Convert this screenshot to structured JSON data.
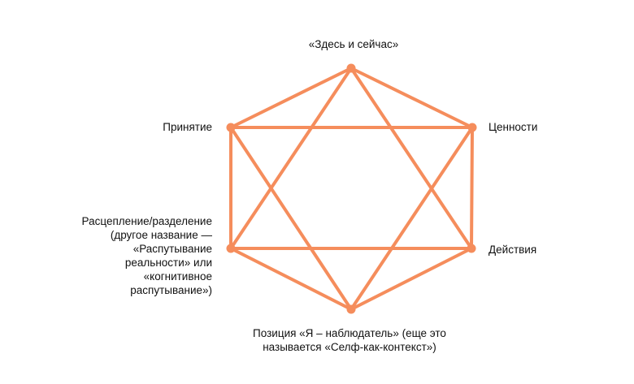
{
  "colors": {
    "line": "#f58d5c",
    "node": "#f58d5c",
    "text": "#111111"
  },
  "nodes": [
    {
      "id": "top",
      "label": "«Здесь и сейчас»"
    },
    {
      "id": "upper-right",
      "label": "Ценности"
    },
    {
      "id": "lower-right",
      "label": "Действия"
    },
    {
      "id": "bottom",
      "label": "Позиция «Я – наблюдатель» (еще это\nназывается «Селф-как-контекст»)"
    },
    {
      "id": "lower-left",
      "label": "Расцепление/разделение\n(другое название —\n«Распутывание\nреальности» или\n«когнитивное\nраспутывание»)"
    },
    {
      "id": "upper-left",
      "label": "Принятие"
    }
  ],
  "edges": [
    [
      "top",
      "upper-right"
    ],
    [
      "upper-right",
      "lower-right"
    ],
    [
      "lower-right",
      "bottom"
    ],
    [
      "bottom",
      "lower-left"
    ],
    [
      "lower-left",
      "upper-left"
    ],
    [
      "upper-left",
      "top"
    ],
    [
      "top",
      "lower-left"
    ],
    [
      "lower-left",
      "lower-right"
    ],
    [
      "lower-right",
      "top"
    ],
    [
      "upper-left",
      "upper-right"
    ],
    [
      "upper-right",
      "bottom"
    ],
    [
      "bottom",
      "upper-left"
    ]
  ]
}
